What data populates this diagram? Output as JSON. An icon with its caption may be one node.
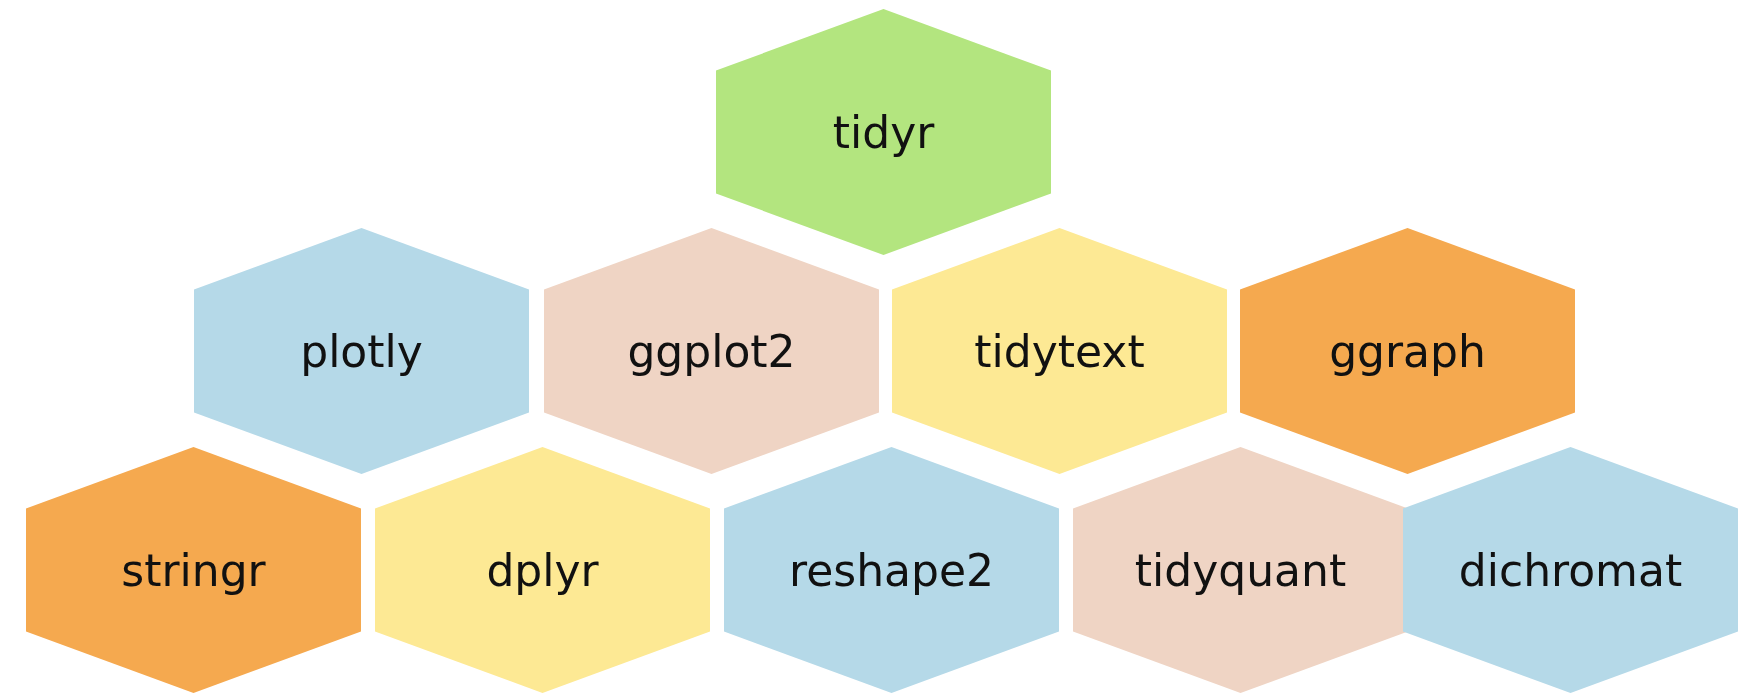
{
  "diagram": {
    "nodes": [
      {
        "text": [
          "tidyr"
        ]
      },
      {
        "text": [
          "plotly"
        ]
      },
      {
        "text": [
          "ggplot2"
        ]
      },
      {
        "text": [
          "tidytext"
        ]
      },
      {
        "text": [
          "ggraph"
        ]
      },
      {
        "text": [
          "stringr"
        ]
      },
      {
        "text": [
          "dplyr"
        ]
      },
      {
        "text": [
          "reshape2"
        ]
      },
      {
        "text": [
          "tidyquant"
        ]
      },
      {
        "text": [
          "dichromat"
        ]
      }
    ],
    "edges": []
  }
}
